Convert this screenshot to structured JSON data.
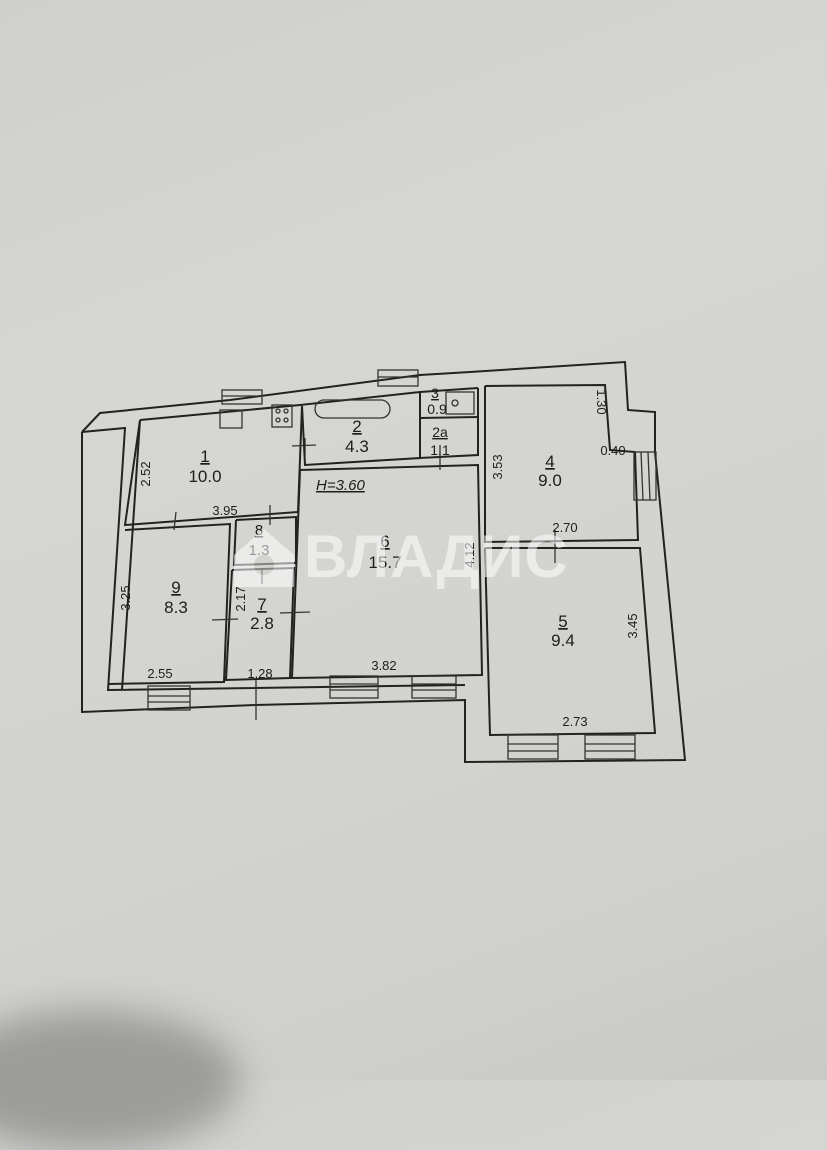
{
  "document": {
    "type": "apartment floor plan (technical passport)",
    "ceiling_height_label": "H=3.60"
  },
  "watermark": {
    "text": "ВЛАДИС",
    "icon": "house-logo-icon"
  },
  "rooms": [
    {
      "id": "1",
      "area": "10.0"
    },
    {
      "id": "2",
      "area": "4.3"
    },
    {
      "id": "3",
      "area": "0.9"
    },
    {
      "id": "2а",
      "area": "1.1"
    },
    {
      "id": "4",
      "area": "9.0"
    },
    {
      "id": "5",
      "area": "9.4"
    },
    {
      "id": "6",
      "area": "15.7"
    },
    {
      "id": "7",
      "area": "2.8"
    },
    {
      "id": "8",
      "area": "1.3"
    },
    {
      "id": "9",
      "area": "8.3"
    }
  ],
  "dimensions": {
    "room1_height": "2.52",
    "room1_width": "3.95",
    "room9_height": "3.25",
    "room9_width": "2.55",
    "room7_height": "2.17",
    "room7_width": "1.28",
    "room6_width": "3.82",
    "room6_height": "4.12",
    "room4_height": "3.53",
    "room4_width": "2.70",
    "room4_niche_height": "1.30",
    "room4_niche_width": "0.40",
    "room5_height": "3.45",
    "room5_width": "2.73"
  }
}
